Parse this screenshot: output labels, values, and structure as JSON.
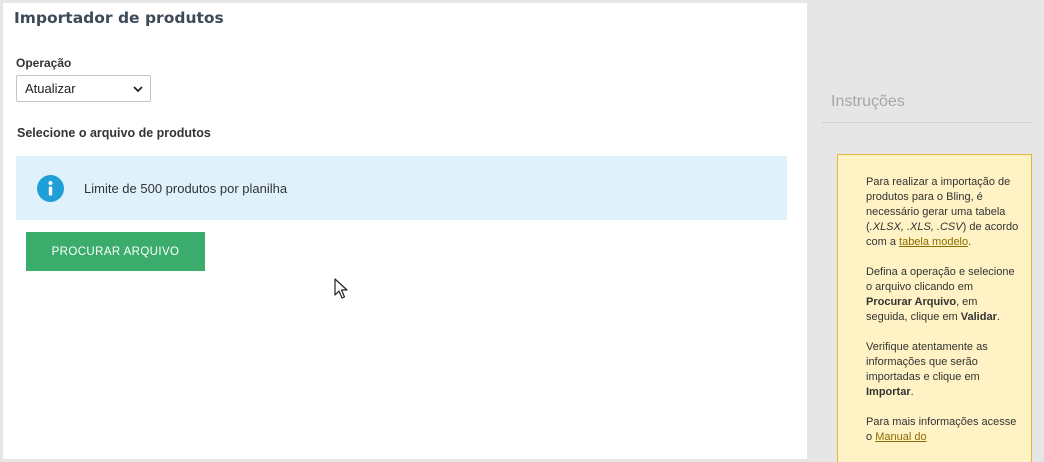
{
  "main": {
    "title": "Importador de produtos",
    "operation": {
      "label": "Operação",
      "selected": "Atualizar"
    },
    "file_section_label": "Selecione o arquivo de produtos",
    "info_message": "Limite de 500 produtos por planilha",
    "browse_button": "PROCURAR ARQUIVO"
  },
  "instructions": {
    "title": "Instruções",
    "p1": {
      "before": "Para realizar a importação de produtos para o Bling, é necessário gerar uma tabela (",
      "formats": ".XLSX, .XLS, .CSV",
      "middle": ") de acordo com a ",
      "link": "tabela modelo",
      "after": "."
    },
    "p2": {
      "before": "Defina a operação e selecione o arquivo clicando em ",
      "bold1": "Procurar Arquivo",
      "middle": ", em seguida, clique em ",
      "bold2": "Validar",
      "after": "."
    },
    "p3": {
      "before": "Verifique atentamente as informações que serão importadas e clique em ",
      "bold": "Importar",
      "after": "."
    },
    "p4": {
      "before": "Para mais informações acesse o ",
      "link": "Manual do"
    }
  },
  "colors": {
    "button_green": "#3aad6c",
    "info_bg": "#dff1fb",
    "info_icon": "#1e9fd8",
    "instr_bg": "#fff2c4",
    "instr_border": "#e8b53a"
  },
  "icons": {
    "info": "info-circle-icon",
    "select_arrow": "chevron-down-icon",
    "cursor": "mouse-pointer-icon"
  }
}
